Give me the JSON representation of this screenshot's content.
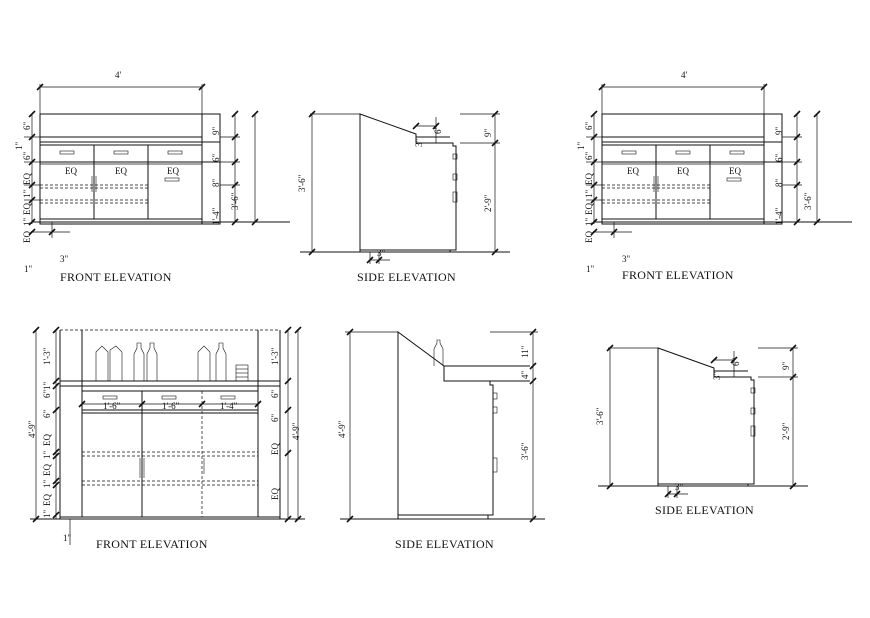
{
  "drawings": {
    "front_top_left": {
      "caption": "FRONT ELEVATION",
      "width": "4'",
      "height": "3'-6\"",
      "right_dims": [
        "9\"",
        "6\"",
        "8\"",
        "1'-4\""
      ],
      "left_dims": [
        "6\"",
        "1\"",
        "6\"",
        "EQ",
        "1\"",
        "EQ",
        "1\"",
        "EQ",
        "1\""
      ],
      "drawer_labels": [
        "EQ",
        "EQ",
        "EQ"
      ],
      "bottom": "3\""
    },
    "side_top_middle": {
      "caption": "SIDE ELEVATION",
      "height": "3'-6\"",
      "inner": "2'-9\"",
      "top": "9\"",
      "ledge": "6\"",
      "ledge_small": "3\"",
      "bottom": "3\""
    },
    "front_top_right": {
      "caption": "FRONT ELEVATION",
      "width": "4'",
      "height": "3'-6\"",
      "right_dims": [
        "9\"",
        "6\"",
        "8\"",
        "1'-4\""
      ],
      "left_dims": [
        "6\"",
        "1\"",
        "6\"",
        "EQ",
        "1\"",
        "EQ",
        "1\"",
        "EQ",
        "1\""
      ],
      "drawer_labels": [
        "EQ",
        "EQ",
        "EQ"
      ],
      "bottom": "3\""
    },
    "front_bottom_left": {
      "caption": "FRONT ELEVATION",
      "height": "4'-9\"",
      "left_dims": [
        "1'-3\"",
        "6\"",
        "1\"",
        "6\"",
        "EQ",
        "1\"",
        "EQ",
        "1\"",
        "EQ",
        "1\"",
        "1\""
      ],
      "right_dims": [
        "1'-3\"",
        "6\"",
        "6\"",
        "EQ",
        "EQ"
      ],
      "drawer_labels": [
        "1'-6\"",
        "1'-6\"",
        "1'-4\""
      ]
    },
    "side_bottom_middle": {
      "caption": "SIDE ELEVATION",
      "height": "4'-9\"",
      "top": "11\"",
      "ledge": "4\"",
      "lower": "3'-6\""
    },
    "side_bottom_right": {
      "caption": "SIDE ELEVATION",
      "height": "3'-6\"",
      "inner": "2'-9\"",
      "top": "9\"",
      "ledge": "6\"",
      "ledge_small": "3\"",
      "bottom": "3\""
    }
  }
}
